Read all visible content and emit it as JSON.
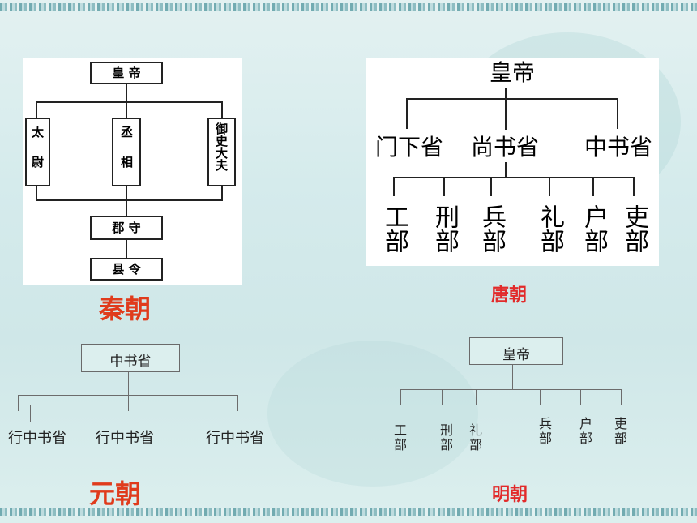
{
  "qin": {
    "caption": "秦朝",
    "emperor": "皇 帝",
    "ministers": [
      "太尉",
      "丞相",
      "御史大夫"
    ],
    "prefect": "郡 守",
    "magistrate": "县 令"
  },
  "tang": {
    "caption": "唐朝",
    "emperor": "皇帝",
    "departments": [
      "门下省",
      "尚书省",
      "中书省"
    ],
    "ministries": [
      "工部",
      "刑部",
      "兵部",
      "礼部",
      "户部",
      "吏部"
    ]
  },
  "yuan": {
    "caption": "元朝",
    "center": "中书省",
    "provinces": [
      "行中书省",
      "行中书省",
      "行中书省"
    ]
  },
  "ming": {
    "caption": "明朝",
    "emperor": "皇帝",
    "ministries": [
      "工部",
      "刑部",
      "礼部",
      "兵部",
      "户部",
      "吏部"
    ]
  },
  "colors": {
    "caption_red": "#e03b1c",
    "box_fill": "#dcefee",
    "background": "#d5ebec"
  }
}
